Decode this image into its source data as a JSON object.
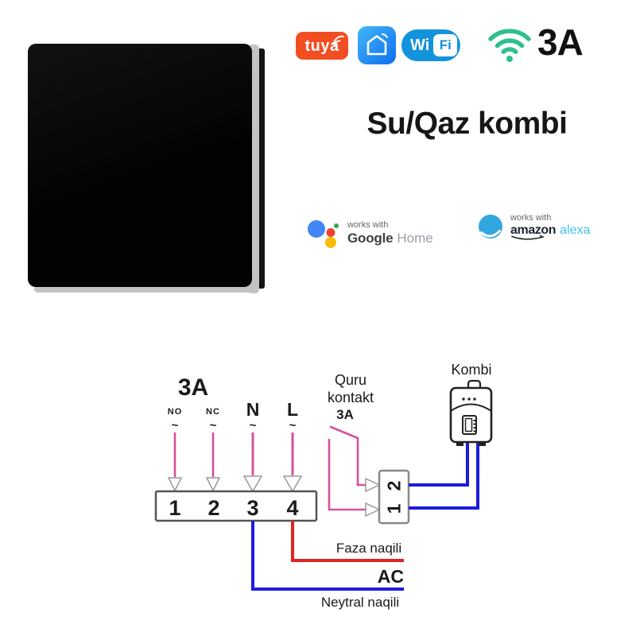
{
  "header": {
    "tuya_label": "tuya",
    "wifi_wi": "Wi",
    "wifi_fi": "Fi",
    "amp_badge": "3A",
    "title": "Su/Qaz kombi"
  },
  "badges": {
    "google": {
      "works_with": "works with",
      "brand": "Google",
      "suffix": "Home"
    },
    "alexa": {
      "works_with": "works with",
      "brand": "amazon",
      "suffix": "alexa"
    }
  },
  "diagram": {
    "amp_label": "3A",
    "relay_terminals": [
      {
        "label": "NO",
        "tilde": "~"
      },
      {
        "label": "NC",
        "tilde": "~"
      },
      {
        "label": "N",
        "tilde": "~"
      },
      {
        "label": "L",
        "tilde": "~"
      }
    ],
    "block_numbers": [
      "1",
      "2",
      "3",
      "4"
    ],
    "dry_contact": {
      "line1": "Quru",
      "line2": "kontakt",
      "line3": "3A"
    },
    "connector_numbers": [
      "2",
      "1"
    ],
    "boiler_label": "Kombi",
    "phase_label": "Faza naqili",
    "ac_label": "AC",
    "neutral_label": "Neytral naqili"
  },
  "colors": {
    "wire_pink": "#d8519b",
    "wire_blue": "#1c1cdb",
    "wire_red": "#e32222",
    "label_n_blue": "#2323cc",
    "label_l_red": "#e61d1d",
    "tuya_orange": "#f34d22",
    "wifi_blue": "#1493dd",
    "signal_green": "#2ebf8e",
    "alexa_blue": "#31a6df",
    "google_blue": "#4285f4",
    "google_red": "#ea4335",
    "google_yellow": "#fbbc05",
    "google_green": "#34a853"
  }
}
